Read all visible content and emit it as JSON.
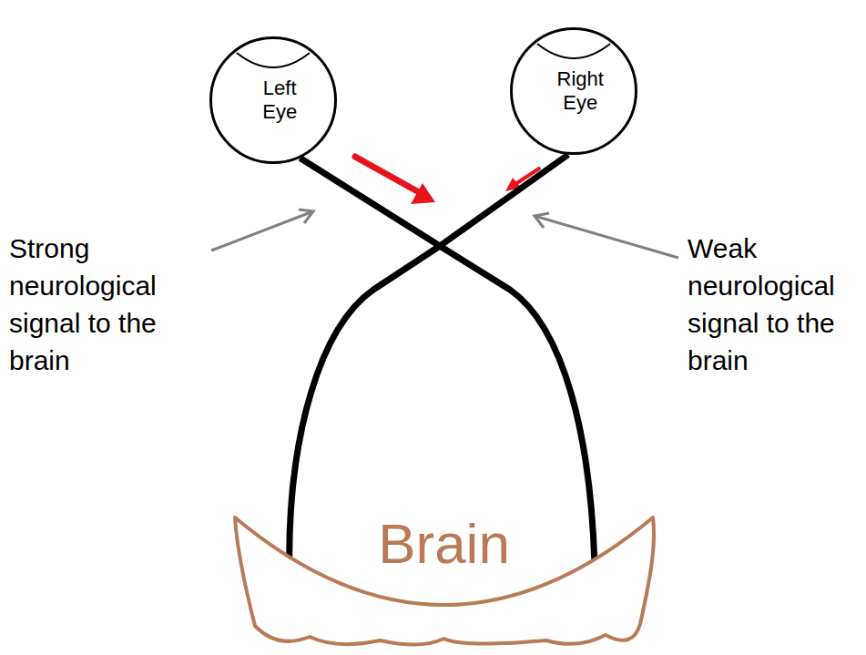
{
  "diagram": {
    "nodes": [
      {
        "text": [
          "Left Eye"
        ]
      },
      {
        "text": [
          "Right Eye"
        ]
      },
      {
        "text": [
          "Brain"
        ]
      }
    ],
    "edges": [
      {
        "from": 0,
        "to": 2,
        "arrow": "none"
      },
      {
        "from": 1,
        "to": 2,
        "arrow": "none"
      }
    ],
    "labels": [
      "Strong neurological signal to the brain",
      "Weak neurological signal to the brain"
    ]
  }
}
